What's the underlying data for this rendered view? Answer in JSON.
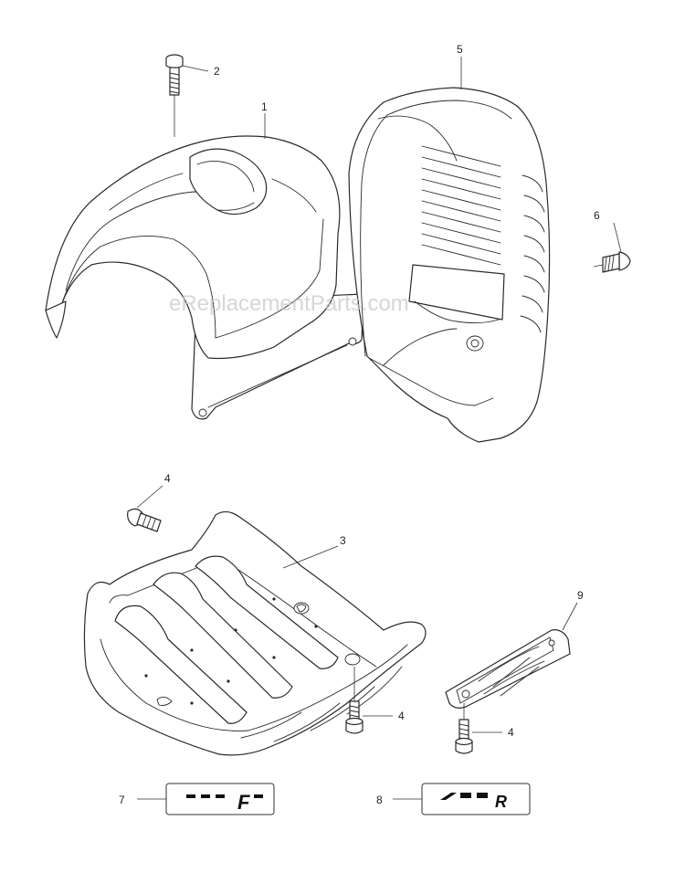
{
  "watermark": "eReplacementParts.com",
  "callouts": {
    "c1": "1",
    "c2": "2",
    "c3": "3",
    "c4a": "4",
    "c4b": "4",
    "c4c": "4",
    "c5": "5",
    "c6": "6",
    "c7": "7",
    "c8": "8",
    "c9": "9"
  },
  "labels": {
    "decal7": "F",
    "decal8": "R"
  }
}
